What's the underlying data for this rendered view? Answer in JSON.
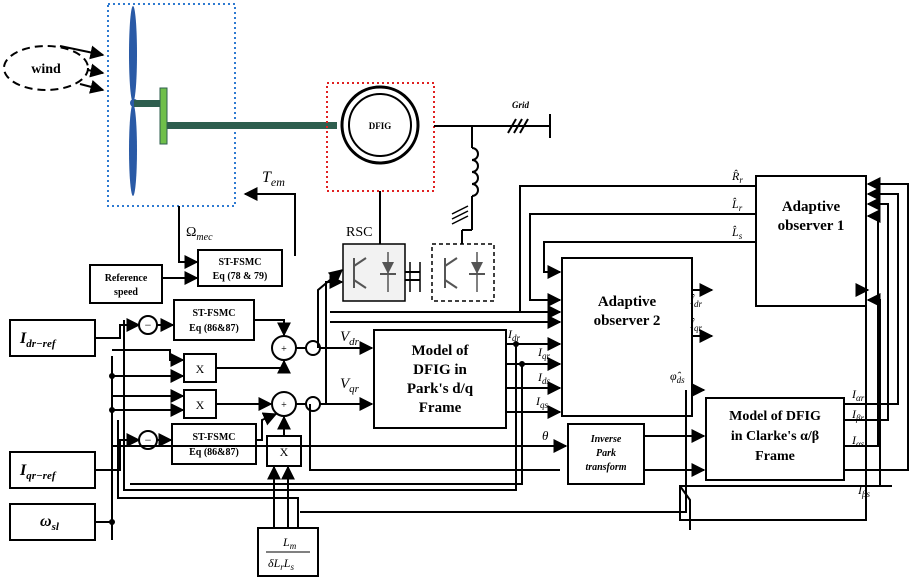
{
  "wind": {
    "label": "wind"
  },
  "dfig": {
    "label": "DFIG"
  },
  "grid": {
    "label": "Grid"
  },
  "rsc": {
    "label": "RSC"
  },
  "signals": {
    "tem": "T",
    "tem_sub": "em",
    "omega_mec": "Ω",
    "omega_mec_sub": "mec",
    "vdr": "V",
    "vdr_sub": "dr",
    "vqr": "V",
    "vqr_sub": "qr",
    "idr": "I",
    "idr_sub": "dr",
    "iqr": "I",
    "iqr_sub": "qr",
    "ids": "I",
    "ids_sub": "ds",
    "iqs": "I",
    "iqs_sub": "qs",
    "theta": "θ",
    "rr_hat": "R̂",
    "rr_hat_sub": "r",
    "lr_hat": "L̂",
    "lr_hat_sub": "r",
    "ls_hat": "L̂",
    "ls_hat_sub": "s",
    "idr_hat": "Î",
    "idr_hat_sub": "dr",
    "iqr_hat": "Î",
    "iqr_hat_sub": "qr",
    "phids_hat": "φ̂",
    "phids_hat_sub": "ds",
    "iar": "I",
    "iar_sub": "αr",
    "ibr": "I",
    "ibr_sub": "βr",
    "ias": "I",
    "ias_sub": "αs",
    "ibs": "I",
    "ibs_sub": "βs"
  },
  "blocks": {
    "stfsmc_top_line1": "ST-FSMC",
    "stfsmc_top_line2": "Eq (78 & 79)",
    "ref_speed_line1": "Reference",
    "ref_speed_line2": "speed",
    "stfsmc_d_line1": "ST-FSMC",
    "stfsmc_d_line2": "Eq (86&87)",
    "stfsmc_q_line1": "ST-FSMC",
    "stfsmc_q_line2": "Eq (86&87)",
    "mult": "X",
    "minus": "−",
    "plus": "+",
    "model_park_l1": "Model of",
    "model_park_l2": "DFIG in",
    "model_park_l3": "Park's d/q",
    "model_park_l4": "Frame",
    "obs2_l1": "Adaptive",
    "obs2_l2": "observer 2",
    "obs1_l1": "Adaptive",
    "obs1_l2": "observer 1",
    "invpark_l1": "Inverse",
    "invpark_l2": "Park",
    "invpark_l3": "transform",
    "clarke_l1": "Model of DFIG",
    "clarke_l2": "in Clarke's α/β",
    "clarke_l3": "Frame",
    "gain_num": "L",
    "gain_num_sub": "m",
    "gain_den": "δL",
    "gain_den_sub1": "r",
    "gain_den_mid": "L",
    "gain_den_sub2": "s"
  },
  "inputs": {
    "idr_ref": "I",
    "idr_ref_sub": "dr−ref",
    "iqr_ref": "I",
    "iqr_ref_sub": "qr−ref",
    "omega_sl": "ω",
    "omega_sl_sub": "sl"
  },
  "colors": {
    "turbine_frame": "#2e7ad1",
    "dfig_frame": "#e02020",
    "blade": "#2a5aa6",
    "hub_shaft": "#2e5e4e",
    "gear": "#6fbf4a"
  }
}
